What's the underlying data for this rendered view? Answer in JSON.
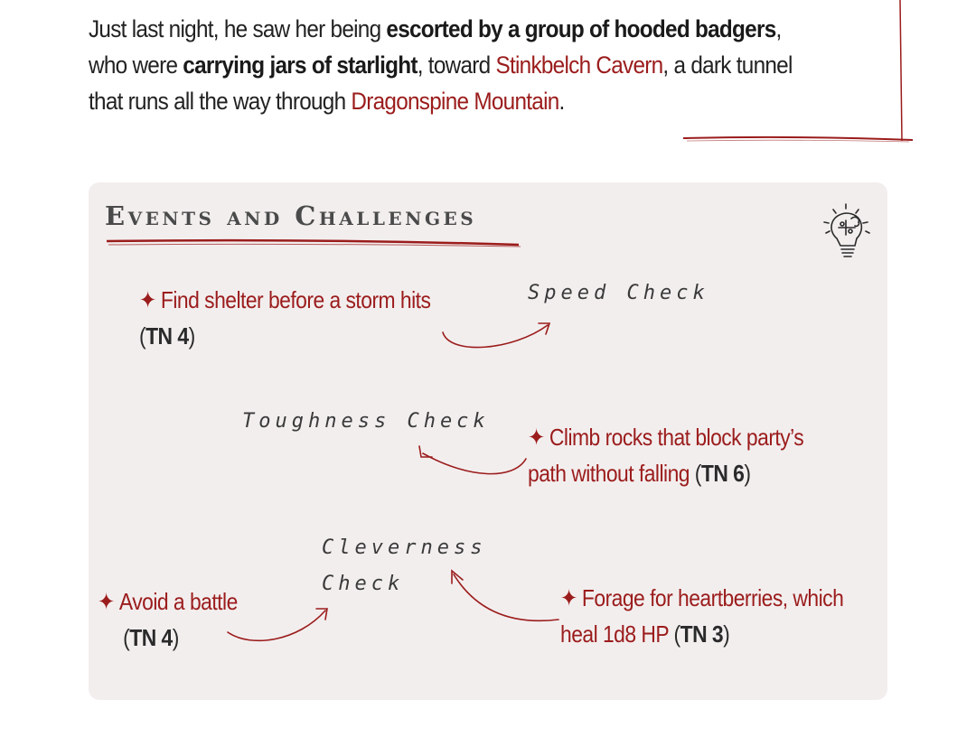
{
  "intro": {
    "t1": "Just last night, he saw her being ",
    "b1": "escorted by a group of hooded badgers",
    "t2": ", who were ",
    "b2": "carrying jars of starlight",
    "t3": ", toward ",
    "place1": "Stinkbelch Cavern",
    "t4": ", a dark tunnel that runs all the way through ",
    "place2": "Dragonspine Mountain",
    "t5": "."
  },
  "panel": {
    "title": "Events and Challenges",
    "icon": "lightbulb-puzzle-icon"
  },
  "events": [
    {
      "star": "✦",
      "text": "Find shelter before a storm hits",
      "tn_open": "(",
      "tn_bold": "TN 4",
      "tn_close": ")",
      "check": "Speed Check"
    },
    {
      "star": "✦",
      "text": "Climb rocks that block party’s path without falling",
      "tn_open": " (",
      "tn_bold": "TN 6",
      "tn_close": ")",
      "check": "Toughness Check"
    },
    {
      "star": "✦",
      "text": "Avoid a battle",
      "tn_open": "(",
      "tn_bold": "TN 4",
      "tn_close": ")",
      "check_line1": "Cleverness",
      "check_line2": "Check"
    },
    {
      "star": "✦",
      "text": "Forage for heartberries, which heal 1d8 HP",
      "tn_open": " (",
      "tn_bold": "TN 3",
      "tn_close": ")"
    }
  ],
  "colors": {
    "accent": "#9b1c1c",
    "panel_bg": "#f3eeee",
    "text": "#222222"
  }
}
